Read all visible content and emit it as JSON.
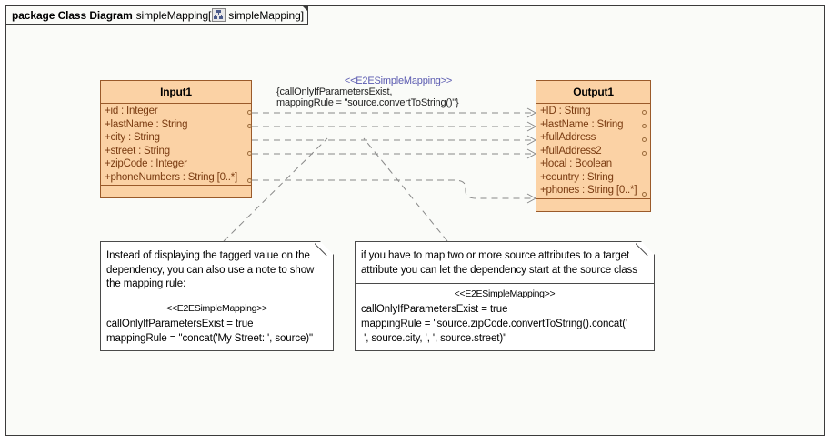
{
  "package": {
    "keyword": "package Class Diagram",
    "name": "simpleMapping[",
    "icon": "class-diagram-icon",
    "inner_name": "simpleMapping",
    "bracket_close": "]"
  },
  "classes": [
    {
      "id": "input1",
      "name": "Input1",
      "attributes": [
        "+id : Integer",
        "+lastName : String",
        "+city : String",
        "+street : String",
        "+zipCode : Integer",
        "+phoneNumbers : String [0..*]"
      ]
    },
    {
      "id": "output1",
      "name": "Output1",
      "attributes": [
        "+ID : String",
        "+lastName : String",
        "+fullAddress",
        "+fullAddress2",
        "+local : Boolean",
        "+country : String",
        "+phones : String [0..*]"
      ]
    }
  ],
  "dependency_label": {
    "stereotype": "<<E2ESimpleMapping>>",
    "tag_line1": "{callOnlyIfParametersExist,",
    "tag_line2": "mappingRule = \"source.convertToString()\"}"
  },
  "notes": [
    {
      "id": "note-left",
      "text": "Instead of displaying the tagged value on the dependency, you can also use a note to show the mapping rule:",
      "stereotype": "<<E2ESimpleMapping>>",
      "rule_lines": [
        "callOnlyIfParametersExist = true",
        "mappingRule = \"concat('My Street: ', source)\""
      ]
    },
    {
      "id": "note-right",
      "text": "if you have to map two or more source attributes to a target attribute you can let the dependency start at the source class",
      "stereotype": "<<E2ESimpleMapping>>",
      "rule_lines": [
        "callOnlyIfParametersExist = true",
        "mappingRule = \"source.zipCode.convertToString().concat('",
        " ', source.city, ', ', source.street)\""
      ]
    }
  ],
  "colors": {
    "class_fill": "#fbd2a5",
    "class_border": "#9a5a2a",
    "attribute_text": "#7a3b11",
    "stereotype_text": "#5a5ab0",
    "canvas": "#fafbf8",
    "frame_border": "#3b3b3b",
    "link": "#888888"
  }
}
